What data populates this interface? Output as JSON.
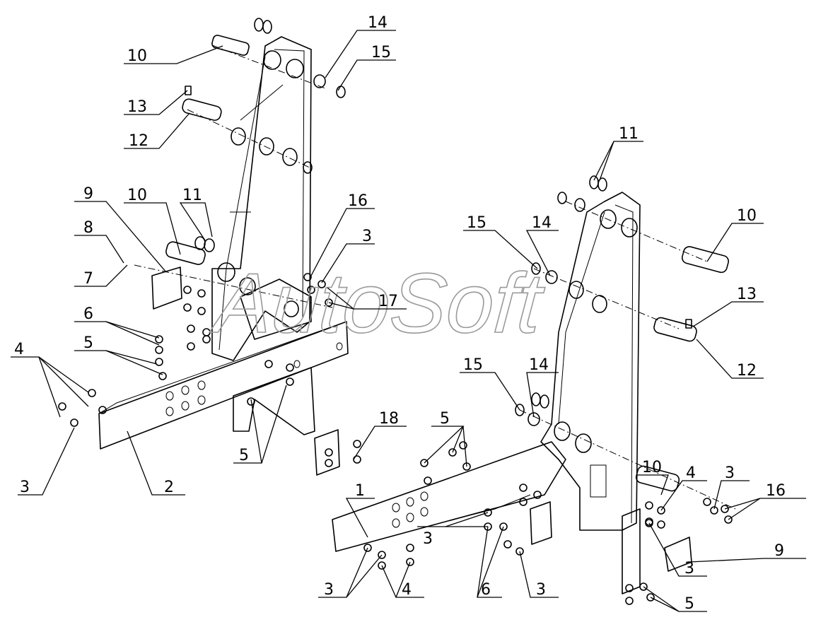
{
  "drawing": {
    "watermark": "AutoSoft",
    "callouts": [
      "10",
      "14",
      "15",
      "13",
      "12",
      "9",
      "10",
      "11",
      "8",
      "7",
      "16",
      "3",
      "17",
      "6",
      "5",
      "4",
      "3",
      "2",
      "5",
      "11",
      "10",
      "15",
      "14",
      "13",
      "12",
      "15",
      "14",
      "18",
      "5",
      "10",
      "4",
      "3",
      "16",
      "1",
      "3",
      "9",
      "3",
      "6",
      "3",
      "3",
      "4",
      "5"
    ]
  }
}
